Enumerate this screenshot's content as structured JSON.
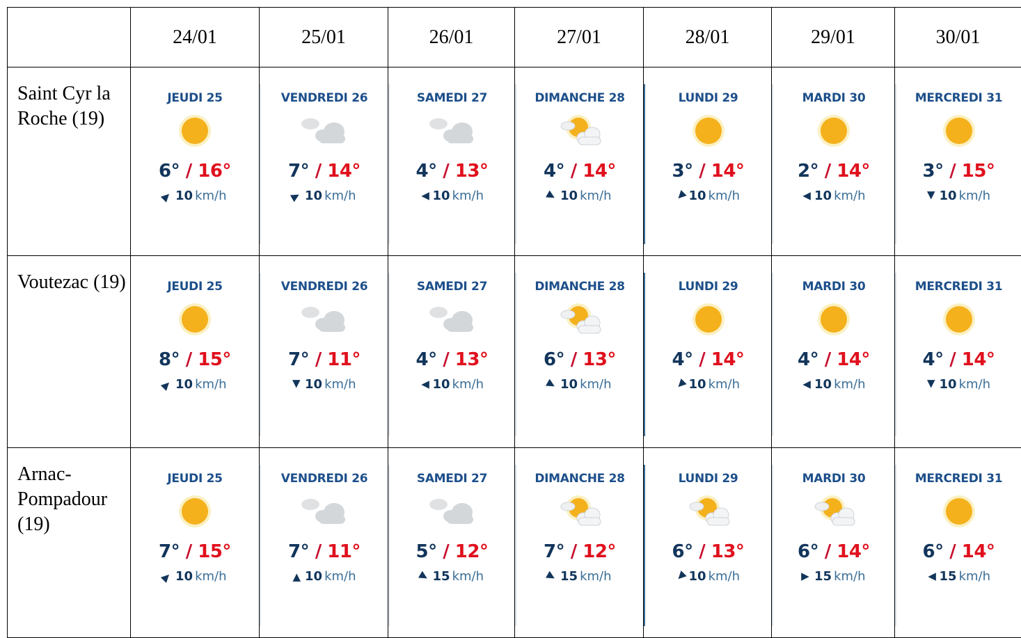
{
  "columns": [
    "24/01",
    "25/01",
    "26/01",
    "27/01",
    "28/01",
    "29/01",
    "30/01"
  ],
  "rows": [
    {
      "location": "Saint Cyr la Roche (19)",
      "forecasts": [
        {
          "day": "JEUDI 25",
          "icon": "sun-icon",
          "min": "6°",
          "max": "16°",
          "wind_dir_deg": 45,
          "wind_speed": "10",
          "wind_unit": "km/h"
        },
        {
          "day": "VENDREDI 26",
          "icon": "cloud-icon",
          "min": "7°",
          "max": "14°",
          "wind_dir_deg": 60,
          "wind_speed": "10",
          "wind_unit": "km/h"
        },
        {
          "day": "SAMEDI 27",
          "icon": "cloud-icon",
          "min": "4°",
          "max": "13°",
          "wind_dir_deg": 270,
          "wind_speed": "10",
          "wind_unit": "km/h"
        },
        {
          "day": "DIMANCHE 28",
          "icon": "partly-cloudy-icon",
          "min": "4°",
          "max": "14°",
          "wind_dir_deg": 120,
          "wind_speed": "10",
          "wind_unit": "km/h"
        },
        {
          "day": "LUNDI 29",
          "icon": "sun-icon",
          "min": "3°",
          "max": "14°",
          "wind_dir_deg": 225,
          "wind_speed": "10",
          "wind_unit": "km/h"
        },
        {
          "day": "MARDI 30",
          "icon": "sun-icon",
          "min": "2°",
          "max": "14°",
          "wind_dir_deg": 270,
          "wind_speed": "10",
          "wind_unit": "km/h"
        },
        {
          "day": "MERCREDI 31",
          "icon": "sun-icon",
          "min": "3°",
          "max": "15°",
          "wind_dir_deg": 180,
          "wind_speed": "10",
          "wind_unit": "km/h"
        }
      ]
    },
    {
      "location": "Voutezac (19)",
      "forecasts": [
        {
          "day": "JEUDI 25",
          "icon": "sun-icon",
          "min": "8°",
          "max": "15°",
          "wind_dir_deg": 45,
          "wind_speed": "10",
          "wind_unit": "km/h"
        },
        {
          "day": "VENDREDI 26",
          "icon": "cloud-icon",
          "min": "7°",
          "max": "11°",
          "wind_dir_deg": 180,
          "wind_speed": "10",
          "wind_unit": "km/h"
        },
        {
          "day": "SAMEDI 27",
          "icon": "cloud-icon",
          "min": "4°",
          "max": "13°",
          "wind_dir_deg": 270,
          "wind_speed": "10",
          "wind_unit": "km/h"
        },
        {
          "day": "DIMANCHE 28",
          "icon": "partly-cloudy-icon",
          "min": "6°",
          "max": "13°",
          "wind_dir_deg": 120,
          "wind_speed": "10",
          "wind_unit": "km/h"
        },
        {
          "day": "LUNDI 29",
          "icon": "sun-icon",
          "min": "4°",
          "max": "14°",
          "wind_dir_deg": 225,
          "wind_speed": "10",
          "wind_unit": "km/h"
        },
        {
          "day": "MARDI 30",
          "icon": "sun-icon",
          "min": "4°",
          "max": "14°",
          "wind_dir_deg": 270,
          "wind_speed": "10",
          "wind_unit": "km/h"
        },
        {
          "day": "MERCREDI 31",
          "icon": "sun-icon",
          "min": "4°",
          "max": "14°",
          "wind_dir_deg": 180,
          "wind_speed": "10",
          "wind_unit": "km/h"
        }
      ]
    },
    {
      "location": "Arnac-Pompadour (19)",
      "forecasts": [
        {
          "day": "JEUDI 25",
          "icon": "sun-icon",
          "min": "7°",
          "max": "15°",
          "wind_dir_deg": 45,
          "wind_speed": "10",
          "wind_unit": "km/h"
        },
        {
          "day": "VENDREDI 26",
          "icon": "cloud-icon",
          "min": "7°",
          "max": "11°",
          "wind_dir_deg": 0,
          "wind_speed": "10",
          "wind_unit": "km/h"
        },
        {
          "day": "SAMEDI 27",
          "icon": "cloud-icon",
          "min": "5°",
          "max": "12°",
          "wind_dir_deg": 120,
          "wind_speed": "15",
          "wind_unit": "km/h"
        },
        {
          "day": "DIMANCHE 28",
          "icon": "partly-cloudy-icon",
          "min": "7°",
          "max": "12°",
          "wind_dir_deg": 120,
          "wind_speed": "15",
          "wind_unit": "km/h"
        },
        {
          "day": "LUNDI 29",
          "icon": "partly-cloudy-icon",
          "min": "6°",
          "max": "13°",
          "wind_dir_deg": 225,
          "wind_speed": "10",
          "wind_unit": "km/h"
        },
        {
          "day": "MARDI 30",
          "icon": "partly-cloudy-icon",
          "min": "6°",
          "max": "14°",
          "wind_dir_deg": 90,
          "wind_speed": "15",
          "wind_unit": "km/h"
        },
        {
          "day": "MERCREDI 31",
          "icon": "sun-icon",
          "min": "6°",
          "max": "14°",
          "wind_dir_deg": 270,
          "wind_speed": "15",
          "wind_unit": "km/h"
        }
      ]
    }
  ],
  "colors": {
    "day_label": "#1d4f8a",
    "temp_min": "#12355b",
    "temp_max": "#e0101d",
    "sun": "#f4b11c",
    "cloud": "#d4d7da"
  }
}
